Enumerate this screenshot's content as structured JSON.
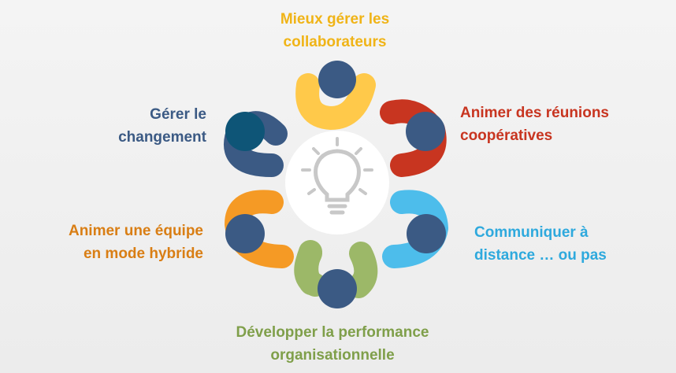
{
  "colors": {
    "yellow": "#FFC94A",
    "red": "#C83520",
    "blue_light": "#4DBDEB",
    "green": "#9CB868",
    "orange": "#F59A25",
    "blue_slate": "#3B5A84",
    "head": "#3B5A84",
    "head_dark": "#0E5577"
  },
  "items": [
    {
      "id": "top",
      "line1": "Mieux gérer les",
      "line2": "collaborateurs",
      "color": "#F0B417"
    },
    {
      "id": "right-top",
      "line1": "Animer des réunions",
      "line2": "coopératives",
      "color": "#C83520"
    },
    {
      "id": "right-bottom",
      "line1": "Communiquer à",
      "line2": "distance … ou pas",
      "color": "#2EA9DD"
    },
    {
      "id": "bottom",
      "line1": "Développer la performance",
      "line2": "organisationnelle",
      "color": "#7F9F4A"
    },
    {
      "id": "left-bottom",
      "line1": "Animer une équipe",
      "line2": "en mode hybride",
      "color": "#D97E14"
    },
    {
      "id": "left-top",
      "line1": "Gérer le",
      "line2": "changement",
      "color": "#3B5A84"
    }
  ],
  "center_icon": "lightbulb-icon"
}
